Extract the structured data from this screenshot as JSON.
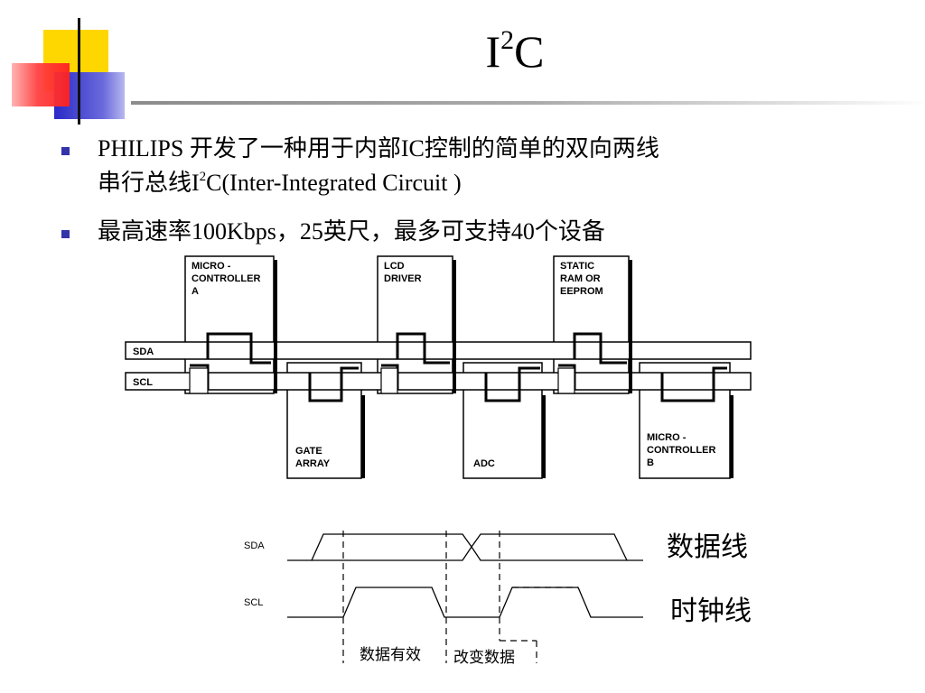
{
  "slide": {
    "title_main": "I",
    "title_sup": "2",
    "title_end": "C"
  },
  "bullets": [
    {
      "line1": "PHILIPS 开发了一种用于内部IC控制的简单的双向两线",
      "line2_pre": "串行总线I",
      "line2_sup": "2",
      "line2_post": "C(Inter-Integrated Circuit )"
    },
    {
      "line1": "最高速率100Kbps，25英尺，最多可支持40个设备"
    }
  ],
  "bus_diagram": {
    "sda_label": "SDA",
    "scl_label": "SCL",
    "devices_top": [
      {
        "lines": [
          "MICRO -",
          "CONTROLLER",
          "A"
        ]
      },
      {
        "lines": [
          "LCD",
          "DRIVER"
        ]
      },
      {
        "lines": [
          "STATIC",
          "RAM OR",
          "EEPROM"
        ]
      }
    ],
    "devices_bottom": [
      {
        "lines": [
          "GATE",
          "ARRAY"
        ]
      },
      {
        "lines": [
          "ADC"
        ]
      },
      {
        "lines": [
          "MICRO -",
          "CONTROLLER",
          "B"
        ]
      }
    ]
  },
  "timing_diagram": {
    "sda_label": "SDA",
    "scl_label": "SCL",
    "data_valid_label": "数据有效",
    "data_change_label": "改变数据"
  },
  "annotations": {
    "data_line": "数据线",
    "clock_line": "时钟线"
  },
  "colors": {
    "bullet": "#3333aa",
    "deco_yellow": "#ffd700",
    "deco_red": "#ff3030",
    "deco_blue": "#3a3ad0"
  }
}
